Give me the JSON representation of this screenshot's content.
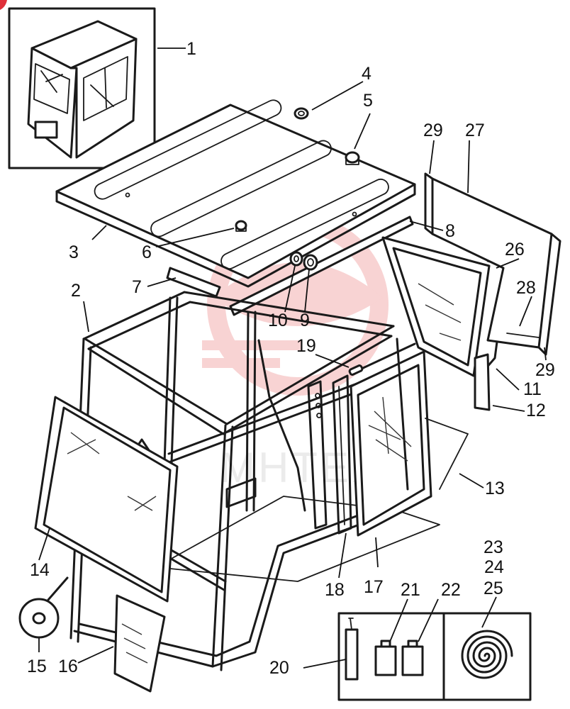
{
  "diagram": {
    "callouts": [
      {
        "id": "1",
        "text": "1"
      },
      {
        "id": "2",
        "text": "2"
      },
      {
        "id": "3",
        "text": "3"
      },
      {
        "id": "4",
        "text": "4"
      },
      {
        "id": "5",
        "text": "5"
      },
      {
        "id": "6",
        "text": "6"
      },
      {
        "id": "7",
        "text": "7"
      },
      {
        "id": "8",
        "text": "8"
      },
      {
        "id": "9",
        "text": "9"
      },
      {
        "id": "10",
        "text": "10"
      },
      {
        "id": "11",
        "text": "11"
      },
      {
        "id": "12",
        "text": "12"
      },
      {
        "id": "13",
        "text": "13"
      },
      {
        "id": "14",
        "text": "14"
      },
      {
        "id": "15",
        "text": "15"
      },
      {
        "id": "16",
        "text": "16"
      },
      {
        "id": "17",
        "text": "17"
      },
      {
        "id": "18",
        "text": "18"
      },
      {
        "id": "19",
        "text": "19"
      },
      {
        "id": "20",
        "text": "20"
      },
      {
        "id": "21",
        "text": "21"
      },
      {
        "id": "22",
        "text": "22"
      },
      {
        "id": "23",
        "text": "23"
      },
      {
        "id": "24",
        "text": "24"
      },
      {
        "id": "25",
        "text": "25"
      },
      {
        "id": "26",
        "text": "26"
      },
      {
        "id": "27",
        "text": "27"
      },
      {
        "id": "28",
        "text": "28"
      },
      {
        "id": "29a",
        "text": "29"
      },
      {
        "id": "29b",
        "text": "29"
      }
    ],
    "watermark": {
      "text": "MHTEX",
      "color": "#e23a3a"
    }
  }
}
